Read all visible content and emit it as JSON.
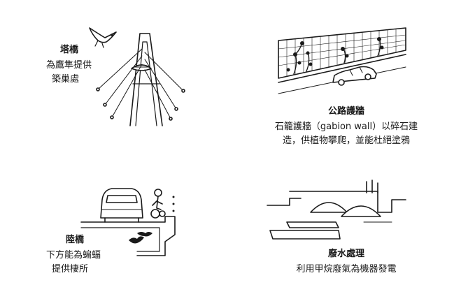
{
  "panels": {
    "tower_bridge": {
      "title": "塔橋",
      "caption_line1": "為鷹隼提供",
      "caption_line2": "築巢處"
    },
    "highway_wall": {
      "title": "公路護牆",
      "caption_line1": "石籠護牆（gabion wall）以碎石建",
      "caption_line2": "造，供植物攀爬，並能杜絕塗鴉"
    },
    "overpass": {
      "title": "陸橋",
      "caption_line1": "下方能為蝙蝠",
      "caption_line2": "提供棲所"
    },
    "waste_water": {
      "title": "廢水處理",
      "caption_line1": "利用甲烷廢氣為機器發電"
    }
  },
  "palette": {
    "ink": "#1a1a1a",
    "fill": "#ffffff"
  }
}
